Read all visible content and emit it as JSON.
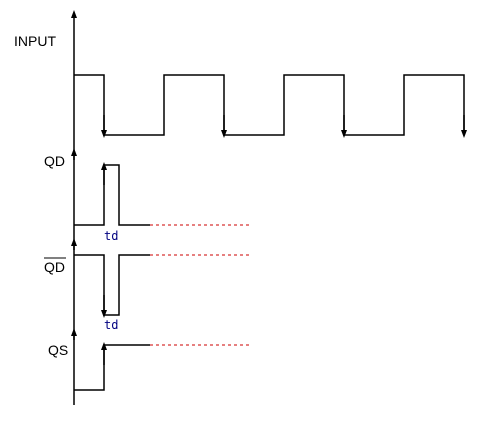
{
  "signals": {
    "input": "INPUT",
    "qd": "QD",
    "qd_bar": "QD",
    "qs": "QS"
  },
  "annotations": {
    "td_upper": "td",
    "td_lower": "td"
  },
  "colors": {
    "trace": "#000000",
    "dashed_extension": "#cc0000",
    "td_text": "#000080"
  }
}
